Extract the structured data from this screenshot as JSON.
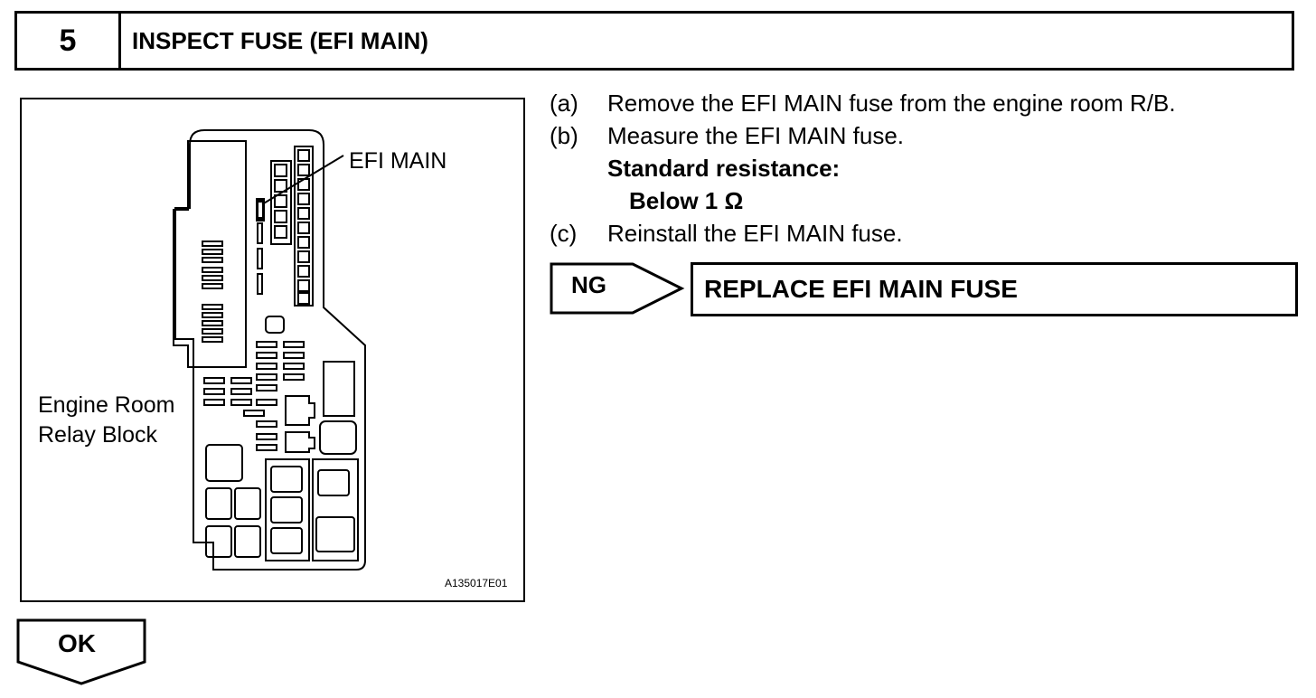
{
  "step": {
    "number": "5",
    "title": "INSPECT FUSE (EFI MAIN)"
  },
  "figure": {
    "callout": "EFI MAIN",
    "block_label_line1": "Engine Room",
    "block_label_line2": "Relay Block",
    "figure_id": "A135017E01"
  },
  "instructions": {
    "items": [
      {
        "tag": "(a)",
        "text": "Remove the EFI MAIN fuse from the engine room R/B."
      },
      {
        "tag": "(b)",
        "text": "Measure the EFI MAIN fuse."
      },
      {
        "tag": "(c)",
        "text": "Reinstall the EFI MAIN fuse."
      }
    ],
    "standard_heading": "Standard resistance:",
    "standard_value": "Below 1 Ω"
  },
  "ng": {
    "label": "NG",
    "action": "REPLACE EFI MAIN FUSE"
  },
  "ok": {
    "label": "OK"
  }
}
